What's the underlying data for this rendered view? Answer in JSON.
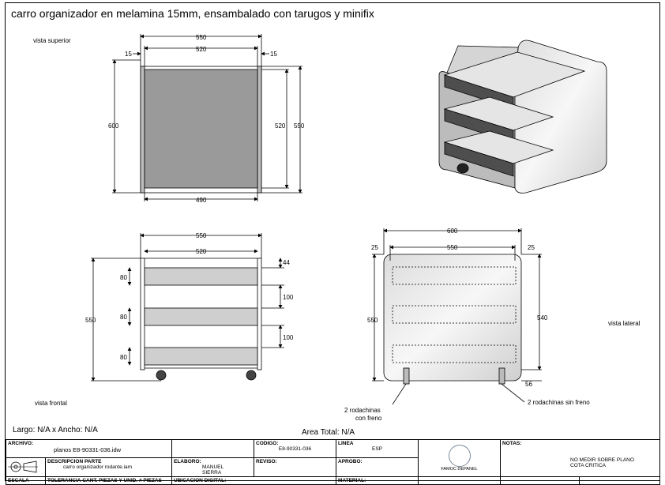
{
  "title": "carro organizador en melamina 15mm, ensambalado con tarugos y minifix",
  "views": {
    "top": "vista superior",
    "front": "vista frontal",
    "side": "vista lateral"
  },
  "dims_top": {
    "w550": "550",
    "w520": "520",
    "l15": "15",
    "r15": "15",
    "h600": "600",
    "h520": "520",
    "h550": "550",
    "w490": "490"
  },
  "dims_front": {
    "w550": "550",
    "w520": "520",
    "h550": "550",
    "a80": "80",
    "b80": "80",
    "c80": "80",
    "d44": "44",
    "e100": "100",
    "f100": "100"
  },
  "dims_side": {
    "w600": "600",
    "w550": "550",
    "l25": "25",
    "r25": "25",
    "h550": "550",
    "h540": "540",
    "d56": "56"
  },
  "notes_side": {
    "casters_brake_1": "2 rodachinas",
    "casters_brake_2": "con freno",
    "casters_nobrake": "2 rodachinas sin freno"
  },
  "info": {
    "size": "Largo: N/A x Ancho: N/A",
    "area": "Area Total: N/A"
  },
  "titleblock": {
    "archivo_label": "ARCHIVO:",
    "archivo_value": "planos E8-90331-036.idw",
    "desc_label": "DESCRIPCION PARTE",
    "desc_value": "carro organizador rodante.iam",
    "codigo_label": "CODIGO:",
    "codigo_value": "E8-90331-036",
    "linea_label": "LINEA",
    "linea_value": "ESP",
    "elaboro_label": "ELABORO:",
    "elaboro_value1": "MANUEL",
    "elaboro_value2": "SIERRA",
    "reviso_label": "REVISO:",
    "aprobo_label": "APROBO:",
    "brand": "FAMOC DEPANEL",
    "notas_label": "NOTAS:",
    "note1": "NO MEDIR SOBRE PLANO",
    "note2": "COTA CRITICA",
    "escala": "ESCALA",
    "tolerancia": "TOLERANCIA",
    "cant": "CANT. PIEZAS Y UNID.",
    "piezas": "# PIEZAS",
    "ubicacion": "UBICACION DIGITAL:",
    "material": "MATERIAL:"
  }
}
